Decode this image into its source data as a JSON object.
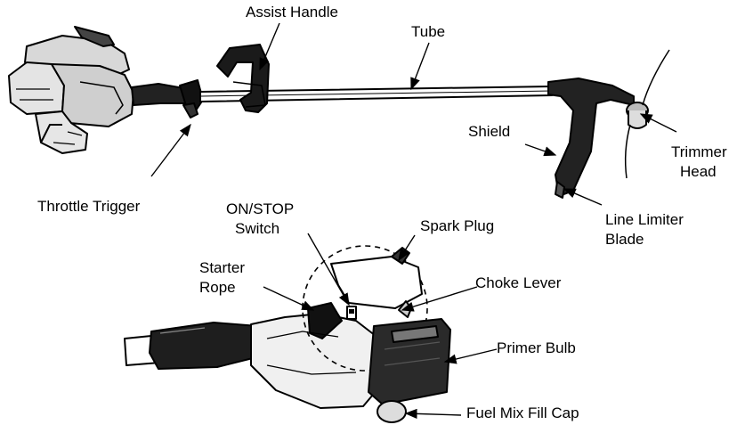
{
  "labels": {
    "assist_handle": "Assist Handle",
    "tube": "Tube",
    "shield": "Shield",
    "trimmer_head": [
      "Trimmer",
      "Head"
    ],
    "throttle_trigger": "Throttle Trigger",
    "line_limiter_blade": [
      "Line Limiter",
      "Blade"
    ],
    "on_stop_switch": [
      "ON/STOP",
      "Switch"
    ],
    "spark_plug": "Spark Plug",
    "starter_rope": [
      "Starter",
      "Rope"
    ],
    "choke_lever": "Choke Lever",
    "primer_bulb": "Primer Bulb",
    "fuel_mix_fill_cap": "Fuel Mix Fill Cap"
  }
}
